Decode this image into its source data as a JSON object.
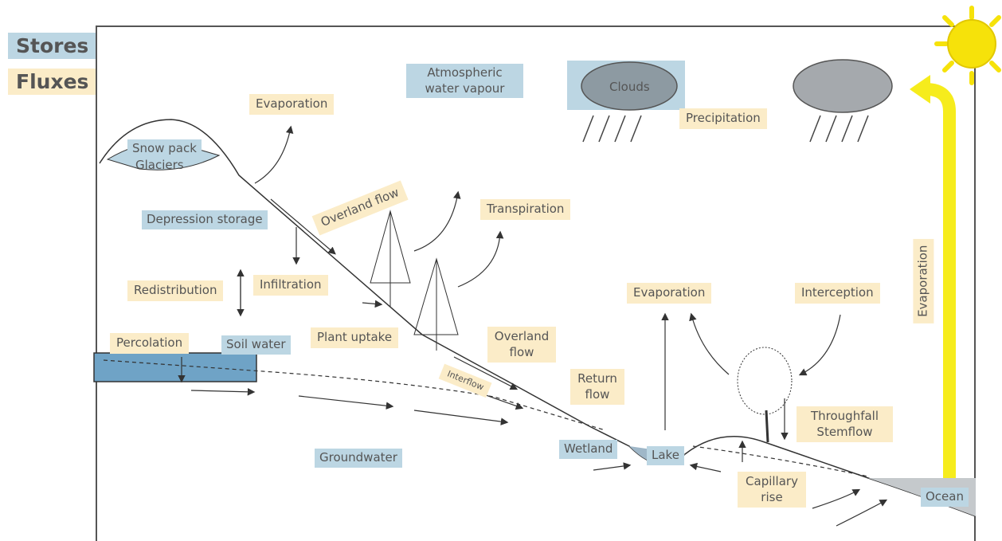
{
  "legend": {
    "stores": "Stores",
    "fluxes": "Fluxes"
  },
  "labels": {
    "snow_pack": "Snow pack",
    "glaciers": "Glaciers",
    "evaporation_top": "Evaporation",
    "atmospheric_vapour": "Atmospheric\nwater vapour",
    "clouds": "Clouds",
    "precipitation": "Precipitation",
    "overland_flow_top": "Overland flow",
    "transpiration": "Transpiration",
    "depression_storage": "Depression storage",
    "redistribution": "Redistribution",
    "infiltration": "Infiltration",
    "percolation": "Percolation",
    "soil_water": "Soil water",
    "plant_uptake": "Plant uptake",
    "overland_flow_mid": "Overland\nflow",
    "interflow": "Interflow",
    "return_flow": "Return\nflow",
    "evaporation_lake": "Evaporation",
    "interception": "Interception",
    "evaporation_ocean": "Evaporation",
    "throughfall": "Throughfall\nStemflow",
    "wetland": "Wetland",
    "lake": "Lake",
    "groundwater": "Groundwater",
    "capillary_rise": "Capillary\nrise",
    "ocean": "Ocean"
  },
  "colors": {
    "store": "#bcd6e3",
    "flux": "#fbecc8",
    "sun": "#f6e20a",
    "arrow_yellow": "#f6ec1c",
    "cloud": "#8d9aa2",
    "water": "#6fa3c6"
  }
}
